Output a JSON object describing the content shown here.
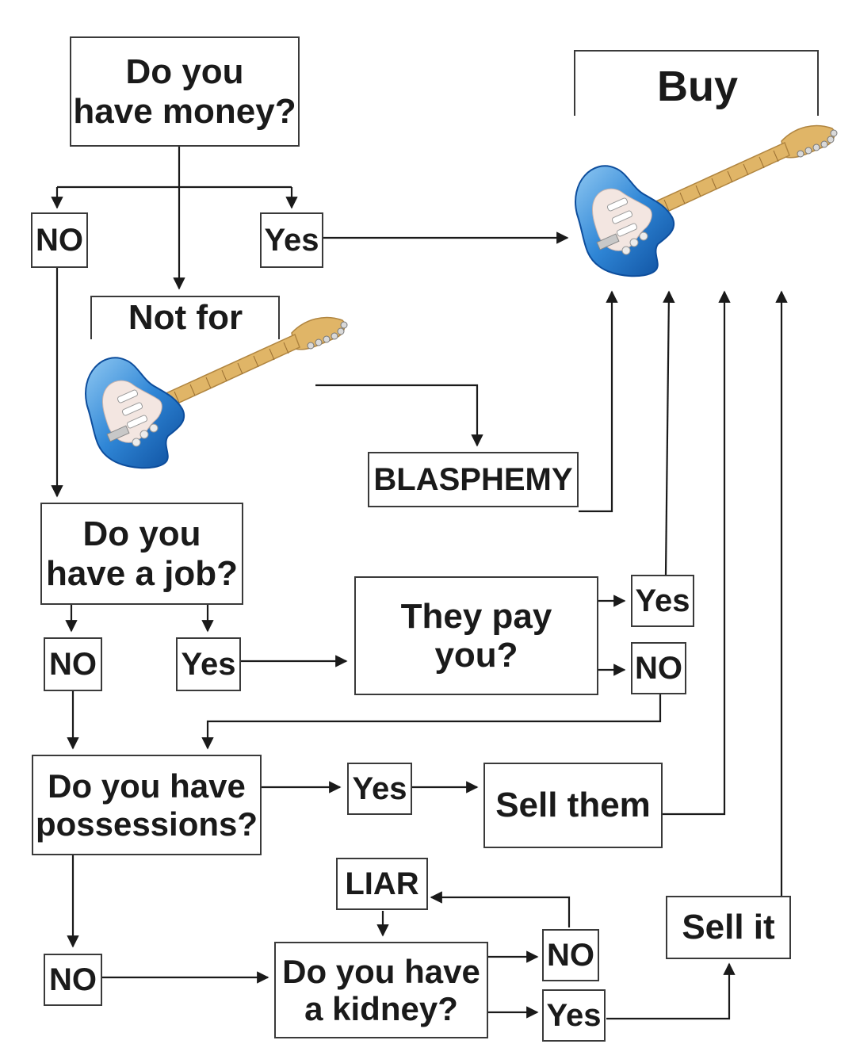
{
  "nodes": {
    "money_question": "Do you\nhave money?",
    "money_no": "NO",
    "money_yes": "Yes",
    "not_for": "Not for",
    "buy": "Buy",
    "blasphemy": "BLASPHEMY",
    "job_question": "Do you\nhave a job?",
    "job_no": "NO",
    "job_yes": "Yes",
    "pay_question": "They pay you?",
    "pay_yes": "Yes",
    "pay_no": "NO",
    "possessions_question": "Do you have\npossessions?",
    "possessions_yes": "Yes",
    "sell_them": "Sell them",
    "possessions_no": "NO",
    "liar": "LIAR",
    "kidney_question": "Do you have\na kidney?",
    "kidney_no": "NO",
    "kidney_yes": "Yes",
    "sell_it": "Sell it"
  },
  "colors": {
    "line": "#1a1a1a",
    "guitar_body": "#2f86d6",
    "guitar_body_light": "#8fc8f2",
    "pickguard": "#f3e6e1",
    "neck": "#e0b567"
  }
}
